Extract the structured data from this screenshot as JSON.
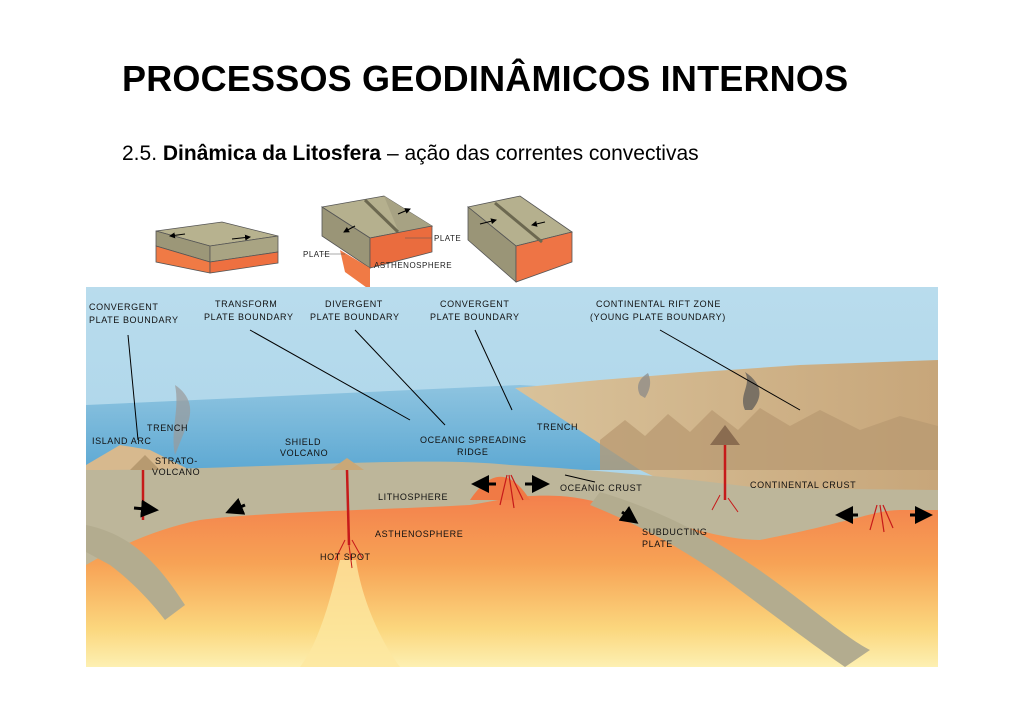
{
  "title": "PROCESSOS GEODINÂMICOS INTERNOS",
  "subtitle": {
    "prefix": "2.5.",
    "bold": "Dinâmica da Litosfera",
    "rest": "– ação das correntes convectivas"
  },
  "mini_block_labels": {
    "plate_right": "PLATE",
    "plate_left": "PLATE",
    "asthenosphere": "ASTHENOSPHERE"
  },
  "diagram_labels": {
    "convergent_1a": "CONVERGENT",
    "convergent_1b": "PLATE BOUNDARY",
    "transform_a": "TRANSFORM",
    "transform_b": "PLATE BOUNDARY",
    "divergent_a": "DIVERGENT",
    "divergent_b": "PLATE BOUNDARY",
    "convergent_2a": "CONVERGENT",
    "convergent_2b": "PLATE BOUNDARY",
    "rift_a": "CONTINENTAL RIFT ZONE",
    "rift_b": "(YOUNG PLATE BOUNDARY)",
    "trench_left": "TRENCH",
    "island_arc": "ISLAND ARC",
    "strato_a": "STRATO-",
    "strato_b": "VOLCANO",
    "shield_a": "SHIELD",
    "shield_b": "VOLCANO",
    "ridge_a": "OCEANIC SPREADING",
    "ridge_b": "RIDGE",
    "trench_right": "TRENCH",
    "oceanic_crust": "OCEANIC CRUST",
    "continental_crust": "CONTINENTAL CRUST",
    "lithosphere": "LITHOSPHERE",
    "asthenosphere": "ASTHENOSPHERE",
    "subducting_a": "SUBDUCTING",
    "subducting_b": "PLATE",
    "hot_spot": "HOT SPOT"
  }
}
